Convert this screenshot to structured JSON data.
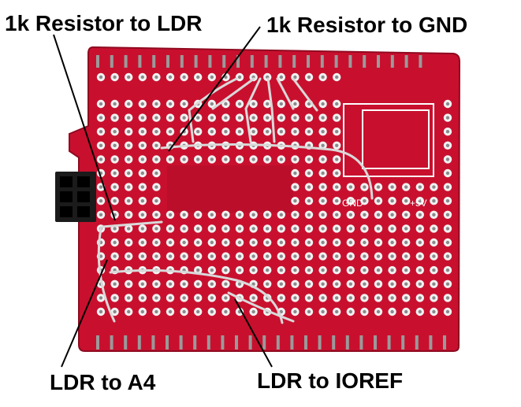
{
  "labels": {
    "resistor_to_ldr": "1k Resistor to LDR",
    "resistor_to_gnd": "1k Resistor to GND",
    "ldr_to_a4": "LDR to A4",
    "ldr_to_ioref": "LDR to IOREF"
  },
  "board": {
    "silkscreen_gnd": "GND",
    "silkscreen_5v": "+5V"
  },
  "colors": {
    "pcb": "#c8102e",
    "pcb_dark": "#a10c24",
    "hole_ring": "#f2f2f2",
    "hole_center": "#8a8a8a",
    "wire": "#d9d9d9",
    "header": "#1b1b1b",
    "label_text": "#000000",
    "pointer_line": "#000000"
  }
}
